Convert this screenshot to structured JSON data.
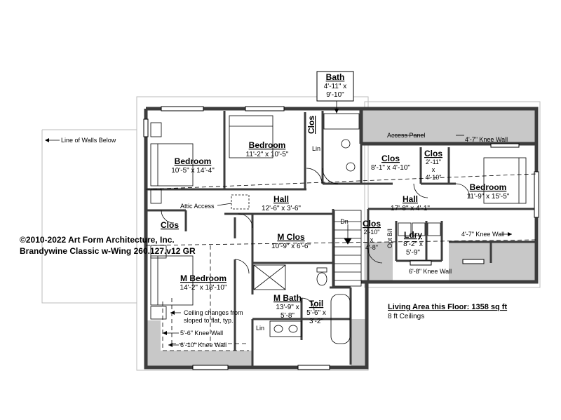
{
  "copyright": {
    "line1": "©2010-2022 Art Form Architecture, Inc.",
    "line2": "Brandywine Classic w-Wing 260.127.v12 GR"
  },
  "area": {
    "living": "Living Area this Floor: 1358 sq ft",
    "ceilings": "8 ft Ceilings"
  },
  "colors": {
    "wall": "#3c3c3c",
    "shaded": "#c8c8c8",
    "line": "#000000"
  },
  "rooms": {
    "bath_top": {
      "name": "Bath",
      "dim1": "4'-11\" x",
      "dim2": "9'-10\""
    },
    "clos_top": {
      "name": "Clos"
    },
    "lin_top": {
      "name": "Lin"
    },
    "bedroom_left": {
      "name": "Bedroom",
      "dim": "10'-5\" x 14'-4\""
    },
    "bedroom_mid": {
      "name": "Bedroom",
      "dim": "11'-2\" x 10'-5\""
    },
    "hall_left": {
      "name": "Hall",
      "dim": "12'-6\" x 3'-6\""
    },
    "clos_left": {
      "name": "Clos"
    },
    "m_clos": {
      "name": "M Clos",
      "dim": "10'-9\" x 6'-6\""
    },
    "m_bedroom": {
      "name": "M Bedroom",
      "dim": "14'-2\" x 18'-10\""
    },
    "m_bath": {
      "name": "M Bath",
      "dim1": "13'-9\" x",
      "dim2": "5'-8\""
    },
    "toil": {
      "name": "Toil",
      "dim1": "5'-6\" x",
      "dim2": "3'-2\""
    },
    "lin_mbath": {
      "name": "Lin"
    },
    "clos_wing1": {
      "name": "Clos",
      "dim": "8'-1\" x 4'-10\""
    },
    "clos_wing2": {
      "name": "Clos",
      "dim1": "2'-11\"",
      "dim2": "x",
      "dim3": "4'-10\""
    },
    "bedroom_right": {
      "name": "Bedroom",
      "dim": "11'-9\" x 15'-5\""
    },
    "hall_right": {
      "name": "Hall",
      "dim": "17'-8\" x 4'-1\""
    },
    "clos_wing3": {
      "name": "Clos",
      "dim1": "2'-10\"",
      "dim2": "x",
      "dim3": "4'-8\""
    },
    "ldry": {
      "name": "Ldry",
      "dim1": "8'-2\" x",
      "dim2": "5'-9\""
    },
    "opt_bi": {
      "name": "Opt B/I"
    },
    "stairs": {
      "name": "Dn"
    }
  },
  "notes": {
    "line_of_walls": "Line of Walls Below",
    "attic_access": "Attic Access",
    "access_panel": "Access Panel",
    "knee_wall_top": "4'-7\" Knee Wall",
    "knee_wall_right": "4'-7\" Knee Wall",
    "knee_wall_bottom_right": "6'-8\" Knee Wall",
    "ceiling_changes_1": "Ceiling changes from",
    "ceiling_changes_2": "sloped to flat, typ.",
    "knee_wall_5_6": "5'-6\" Knee Wall",
    "knee_wall_6_10": "6'-10\" Knee Wall"
  }
}
